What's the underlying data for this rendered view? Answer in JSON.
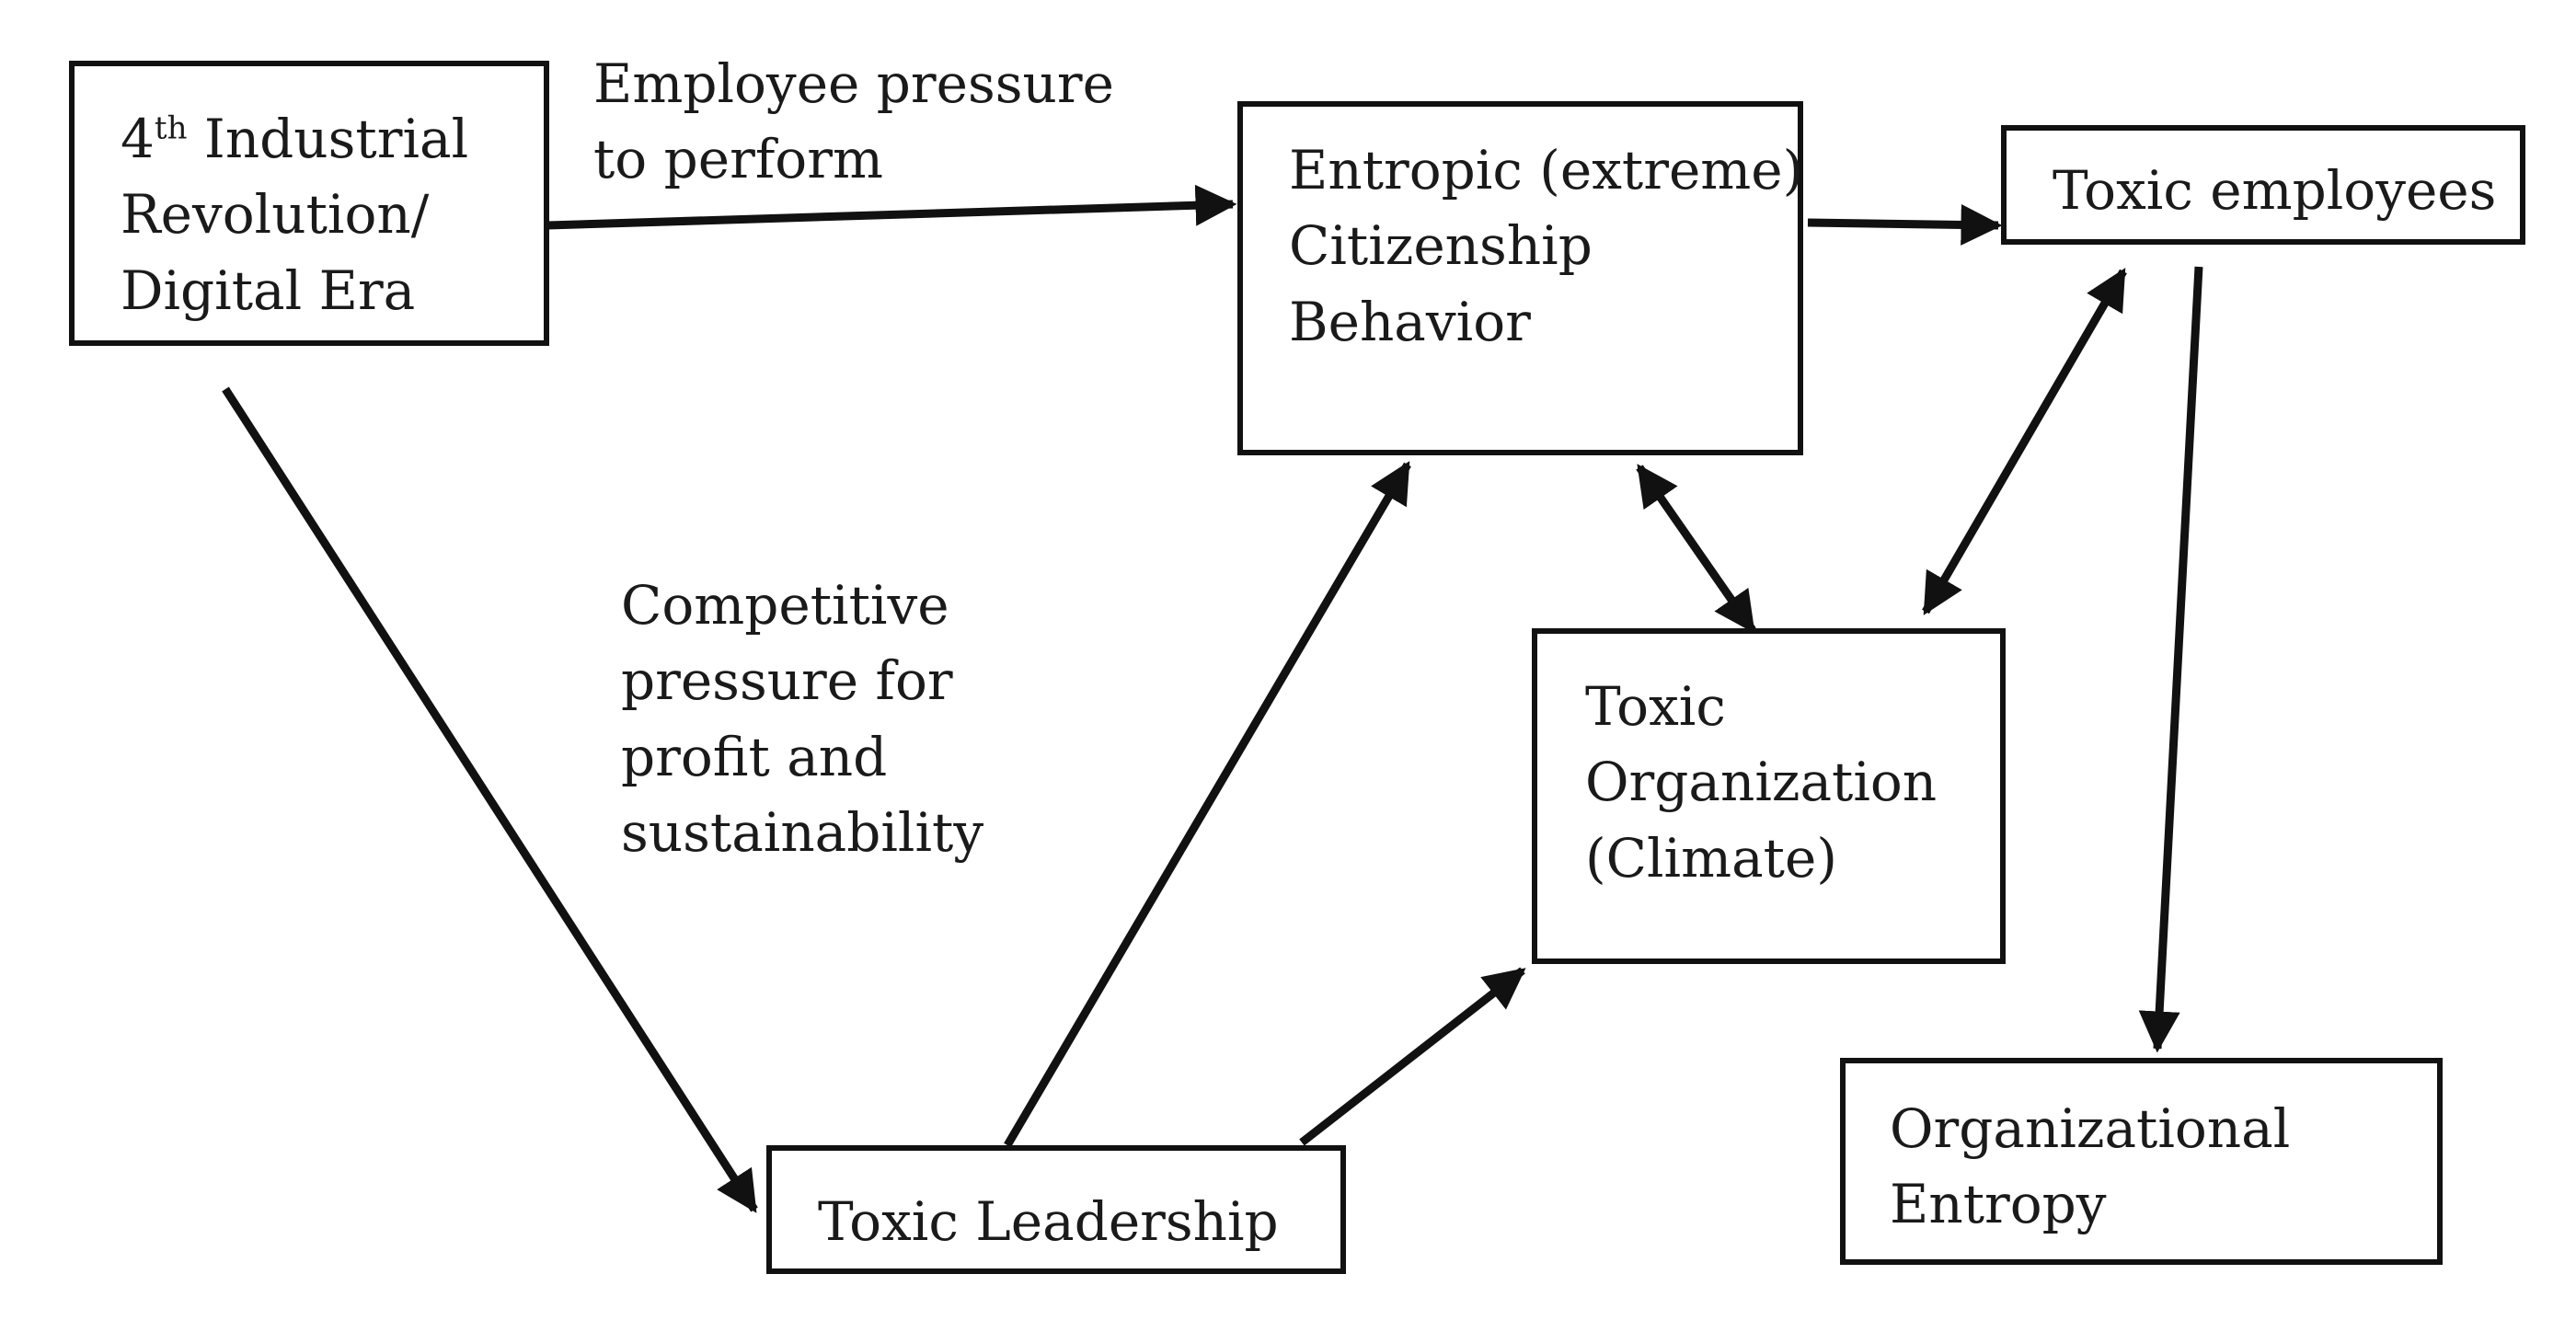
{
  "nodes": {
    "industrial_revolution": {
      "superscript": "th",
      "lines": [
        "4",
        "Industrial",
        "Revolution/",
        "Digital Era"
      ]
    },
    "entropic_citizenship": {
      "lines": [
        "Entropic (extreme)",
        "Citizenship",
        "Behavior"
      ]
    },
    "toxic_employees": {
      "lines": [
        "Toxic employees"
      ]
    },
    "toxic_organization": {
      "lines": [
        "Toxic",
        "Organization",
        "(Climate)"
      ]
    },
    "toxic_leadership": {
      "lines": [
        "Toxic Leadership"
      ]
    },
    "organizational_entropy": {
      "lines": [
        "Organizational",
        "Entropy"
      ]
    }
  },
  "edge_labels": {
    "employee_pressure": [
      "Employee pressure",
      "to perform"
    ],
    "competitive_pressure": [
      "Competitive",
      "pressure for",
      "profit and",
      "sustainability"
    ]
  },
  "colors": {
    "stroke": "#111111",
    "text": "#1a1a1a",
    "background": "#ffffff"
  }
}
